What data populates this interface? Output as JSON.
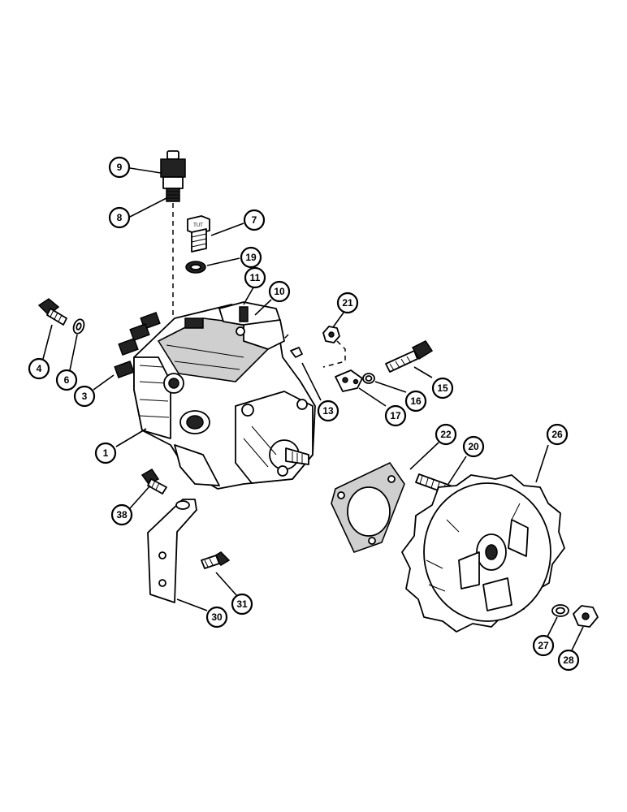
{
  "callouts": [
    {
      "id": "c9",
      "label": "9"
    },
    {
      "id": "c8",
      "label": "8"
    },
    {
      "id": "c7",
      "label": "7"
    },
    {
      "id": "c19",
      "label": "19"
    },
    {
      "id": "c11",
      "label": "11"
    },
    {
      "id": "c10",
      "label": "10"
    },
    {
      "id": "c21",
      "label": "21"
    },
    {
      "id": "c4",
      "label": "4"
    },
    {
      "id": "c6",
      "label": "6"
    },
    {
      "id": "c3",
      "label": "3"
    },
    {
      "id": "c15",
      "label": "15"
    },
    {
      "id": "c16",
      "label": "16"
    },
    {
      "id": "c13",
      "label": "13"
    },
    {
      "id": "c17",
      "label": "17"
    },
    {
      "id": "c1",
      "label": "1"
    },
    {
      "id": "c22",
      "label": "22"
    },
    {
      "id": "c20",
      "label": "20"
    },
    {
      "id": "c26",
      "label": "26"
    },
    {
      "id": "c38",
      "label": "38"
    },
    {
      "id": "c31",
      "label": "31"
    },
    {
      "id": "c30",
      "label": "30"
    },
    {
      "id": "c27",
      "label": "27"
    },
    {
      "id": "c28",
      "label": "28"
    }
  ],
  "parts": {
    "bolt_7_head_text": "TUT"
  }
}
